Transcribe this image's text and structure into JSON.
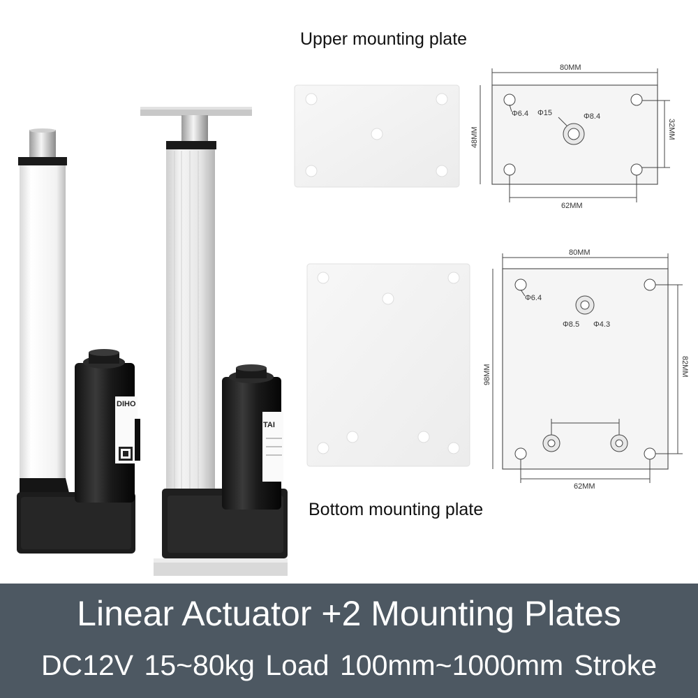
{
  "captions": {
    "upper": "Upper mounting plate",
    "bottom": "Bottom mounting plate"
  },
  "banner": {
    "title": "Linear Actuator +2 Mounting Plates",
    "subtitle": "DC12V  15~80kg Load  100mm~1000mm Stroke",
    "background": "#4d5862"
  },
  "actuator_labels": {
    "left_brand": "DIHO",
    "right_brand": "TAI"
  },
  "upper_drawing": {
    "width": "80MM",
    "height": "48MM",
    "right_height": "32MM",
    "bottom_width": "62MM",
    "hole_corner": "Φ6.4",
    "hole_center_outer": "Φ15",
    "hole_center_inner": "Φ8.4"
  },
  "bottom_drawing": {
    "width": "80MM",
    "height": "98MM",
    "right_height": "82MM",
    "bottom_width": "62MM",
    "hole_corner": "Φ6.4",
    "hole_a": "Φ8.5",
    "hole_b": "Φ4.3"
  }
}
